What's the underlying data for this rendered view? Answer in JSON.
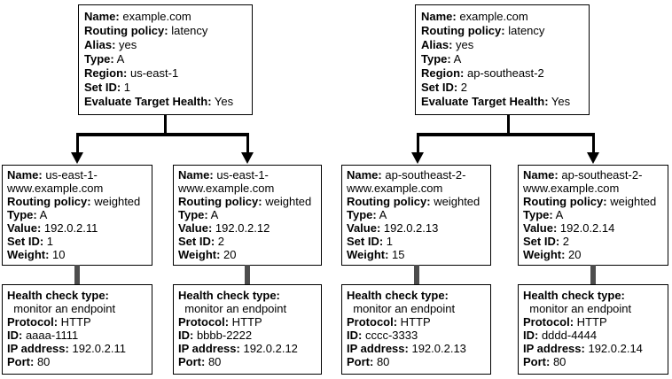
{
  "colors": {
    "background": "#ffffff",
    "box_border": "#000000",
    "text": "#000000",
    "arrow": "#000000",
    "health_link_bar": "#4d4d4d"
  },
  "latency_records": [
    {
      "lines": [
        {
          "label": "Name:",
          "value": " example.com"
        },
        {
          "label": "Routing policy:",
          "value": " latency"
        },
        {
          "label": "Alias:",
          "value": " yes"
        },
        {
          "label": "Type:",
          "value": " A"
        },
        {
          "label": "Region:",
          "value": " us-east-1"
        },
        {
          "label": "Set ID:",
          "value": " 1"
        },
        {
          "label": "Evaluate Target Health:",
          "value": " Yes"
        }
      ]
    },
    {
      "lines": [
        {
          "label": "Name:",
          "value": " example.com"
        },
        {
          "label": "Routing policy:",
          "value": " latency"
        },
        {
          "label": "Alias:",
          "value": " yes"
        },
        {
          "label": "Type:",
          "value": " A"
        },
        {
          "label": "Region:",
          "value": " ap-southeast-2"
        },
        {
          "label": "Set ID:",
          "value": " 2"
        },
        {
          "label": "Evaluate Target Health:",
          "value": " Yes"
        }
      ]
    }
  ],
  "weighted_records": [
    {
      "lines": [
        {
          "label": "Name:",
          "value": " us-east-1-"
        },
        {
          "label": "",
          "value": "www.example.com"
        },
        {
          "label": "Routing policy:",
          "value": " weighted"
        },
        {
          "label": "Type:",
          "value": " A"
        },
        {
          "label": "Value:",
          "value": " 192.0.2.11"
        },
        {
          "label": "Set ID:",
          "value": " 1"
        },
        {
          "label": "Weight:",
          "value": " 10"
        }
      ]
    },
    {
      "lines": [
        {
          "label": "Name:",
          "value": " us-east-1-"
        },
        {
          "label": "",
          "value": "www.example.com"
        },
        {
          "label": "Routing policy:",
          "value": " weighted"
        },
        {
          "label": "Type:",
          "value": " A"
        },
        {
          "label": "Value:",
          "value": " 192.0.2.12"
        },
        {
          "label": "Set ID:",
          "value": " 2"
        },
        {
          "label": "Weight:",
          "value": " 20"
        }
      ]
    },
    {
      "lines": [
        {
          "label": "Name:",
          "value": " ap-southeast-2-"
        },
        {
          "label": "",
          "value": "www.example.com"
        },
        {
          "label": "Routing policy:",
          "value": " weighted"
        },
        {
          "label": "Type:",
          "value": " A"
        },
        {
          "label": "Value:",
          "value": " 192.0.2.13"
        },
        {
          "label": "Set ID:",
          "value": " 1"
        },
        {
          "label": "Weight:",
          "value": " 15"
        }
      ]
    },
    {
      "lines": [
        {
          "label": "Name:",
          "value": " ap-southeast-2-"
        },
        {
          "label": "",
          "value": "www.example.com"
        },
        {
          "label": "Routing policy:",
          "value": " weighted"
        },
        {
          "label": "Type:",
          "value": " A"
        },
        {
          "label": "Value:",
          "value": " 192.0.2.14"
        },
        {
          "label": "Set ID:",
          "value": " 2"
        },
        {
          "label": "Weight:",
          "value": " 20"
        }
      ]
    }
  ],
  "health_checks": [
    {
      "lines": [
        {
          "label": "Health check type:",
          "value": ""
        },
        {
          "label": "",
          "value": "  monitor an endpoint"
        },
        {
          "label": "Protocol:",
          "value": " HTTP"
        },
        {
          "label": "ID:",
          "value": " aaaa-1111"
        },
        {
          "label": "IP address:",
          "value": " 192.0.2.11"
        },
        {
          "label": "Port:",
          "value": " 80"
        }
      ]
    },
    {
      "lines": [
        {
          "label": "Health check type:",
          "value": ""
        },
        {
          "label": "",
          "value": "  monitor an endpoint"
        },
        {
          "label": "Protocol:",
          "value": " HTTP"
        },
        {
          "label": "ID:",
          "value": " bbbb-2222"
        },
        {
          "label": "IP address:",
          "value": " 192.0.2.12"
        },
        {
          "label": "Port:",
          "value": " 80"
        }
      ]
    },
    {
      "lines": [
        {
          "label": "Health check type:",
          "value": ""
        },
        {
          "label": "",
          "value": "  monitor an endpoint"
        },
        {
          "label": "Protocol:",
          "value": " HTTP"
        },
        {
          "label": "ID:",
          "value": " cccc-3333"
        },
        {
          "label": "IP address:",
          "value": " 192.0.2.13"
        },
        {
          "label": "Port:",
          "value": " 80"
        }
      ]
    },
    {
      "lines": [
        {
          "label": "Health check type:",
          "value": ""
        },
        {
          "label": "",
          "value": "  monitor an endpoint"
        },
        {
          "label": "Protocol:",
          "value": " HTTP"
        },
        {
          "label": "ID:",
          "value": " dddd-4444"
        },
        {
          "label": "IP address:",
          "value": " 192.0.2.14"
        },
        {
          "label": "Port:",
          "value": " 80"
        }
      ]
    }
  ]
}
